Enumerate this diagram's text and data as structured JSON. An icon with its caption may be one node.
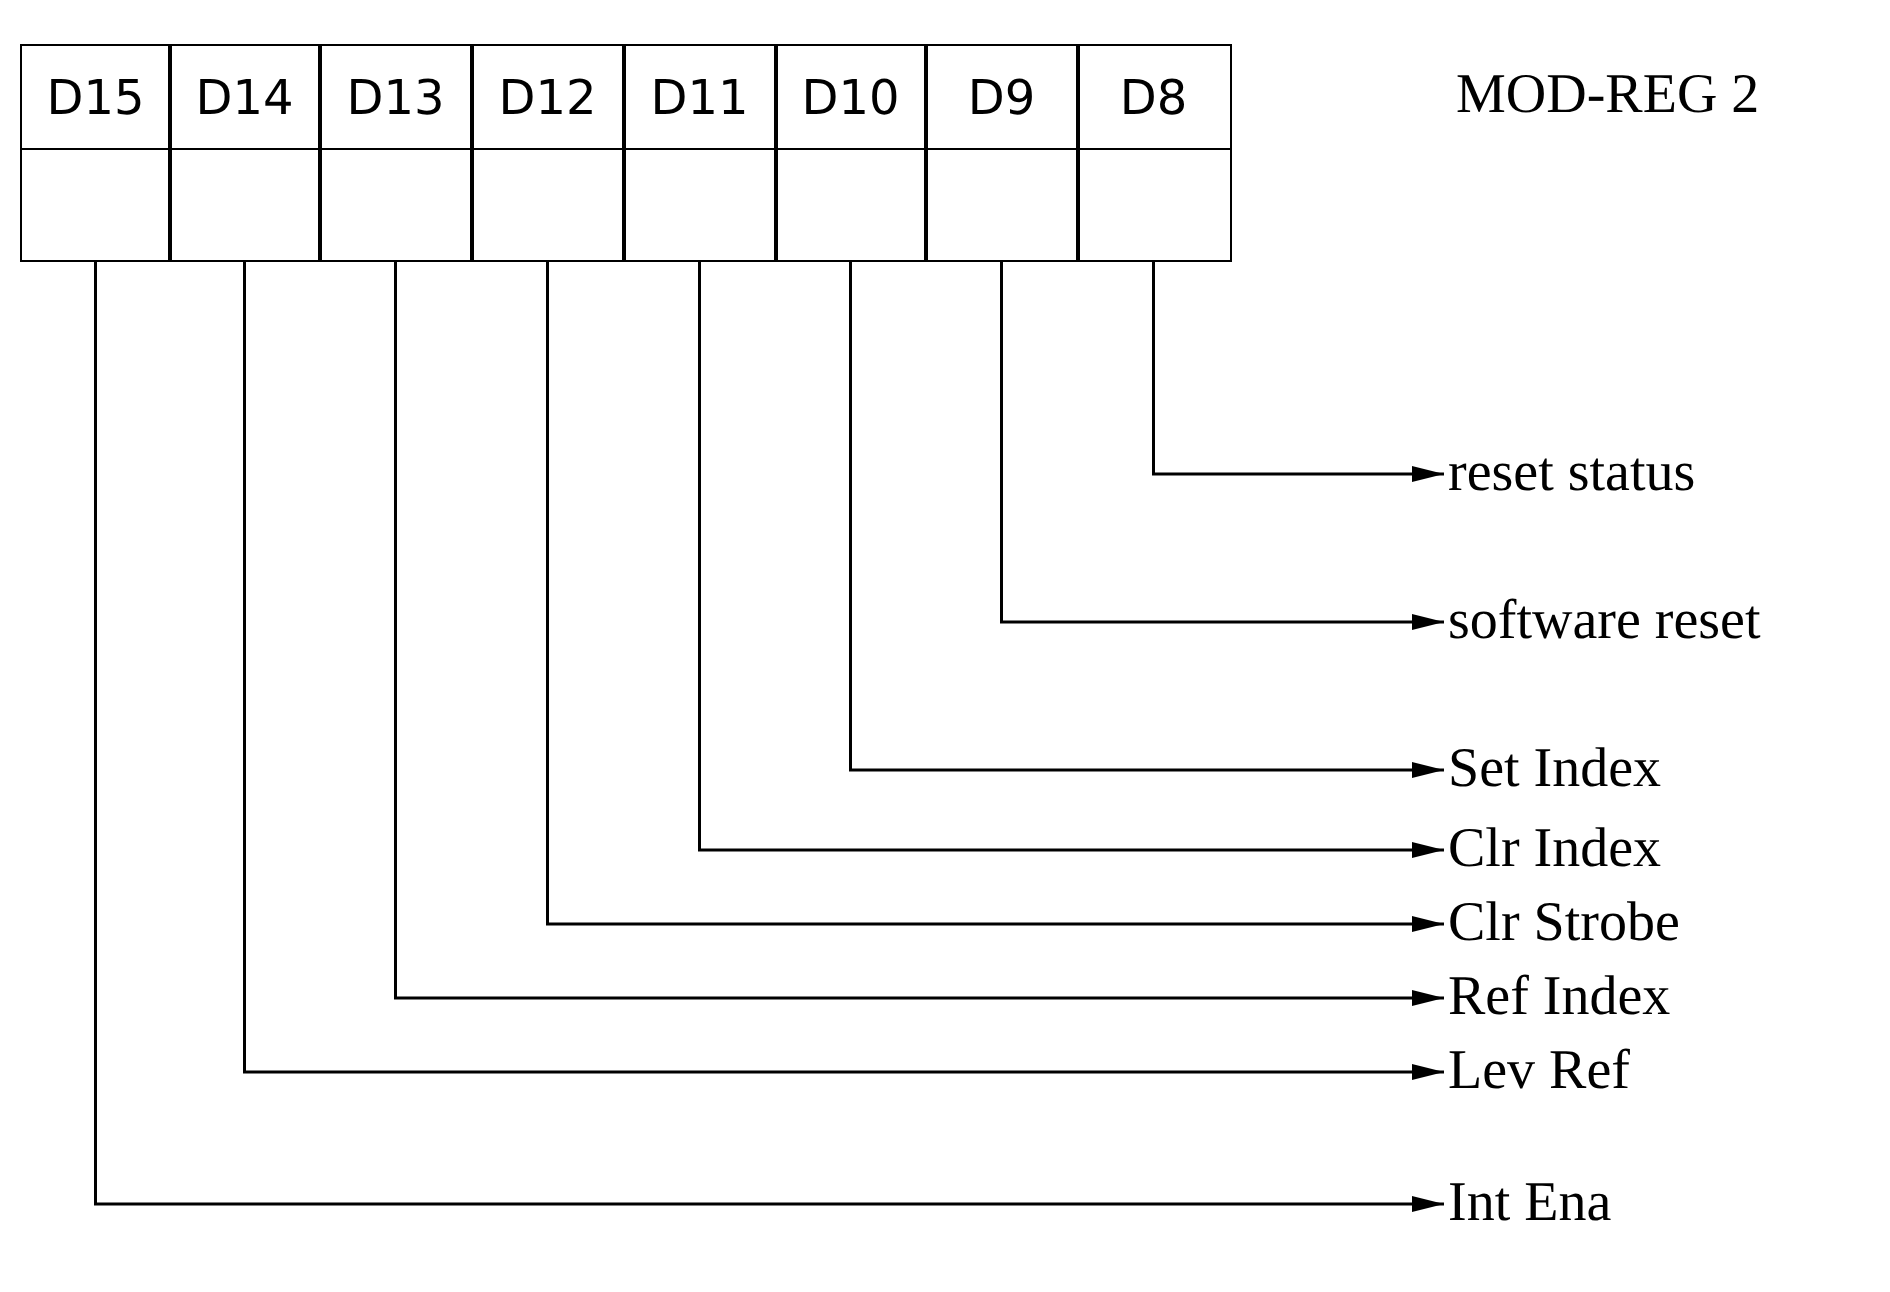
{
  "diagram": {
    "title": "MOD-REG 2",
    "nodes": [
      {
        "text": [
          "D15"
        ]
      },
      {
        "text": [
          "D14"
        ]
      },
      {
        "text": [
          "D13"
        ]
      },
      {
        "text": [
          "D12"
        ]
      },
      {
        "text": [
          "D11"
        ]
      },
      {
        "text": [
          "D10"
        ]
      },
      {
        "text": [
          "D9"
        ]
      },
      {
        "text": [
          "D8"
        ]
      },
      {
        "text": [
          "reset status"
        ]
      },
      {
        "text": [
          "software reset"
        ]
      },
      {
        "text": [
          "Set Index"
        ]
      },
      {
        "text": [
          "Clr Index"
        ]
      },
      {
        "text": [
          "Clr Strobe"
        ]
      },
      {
        "text": [
          "Ref Index"
        ]
      },
      {
        "text": [
          "Lev Ref"
        ]
      },
      {
        "text": [
          "Int Ena"
        ]
      }
    ],
    "edges": [
      {
        "from": 7,
        "to": 8,
        "arrow": "to"
      },
      {
        "from": 6,
        "to": 9,
        "arrow": "to"
      },
      {
        "from": 5,
        "to": 10,
        "arrow": "to"
      },
      {
        "from": 4,
        "to": 11,
        "arrow": "to"
      },
      {
        "from": 3,
        "to": 12,
        "arrow": "to"
      },
      {
        "from": 2,
        "to": 13,
        "arrow": "to"
      },
      {
        "from": 1,
        "to": 14,
        "arrow": "to"
      },
      {
        "from": 0,
        "to": 15,
        "arrow": "to"
      }
    ]
  }
}
